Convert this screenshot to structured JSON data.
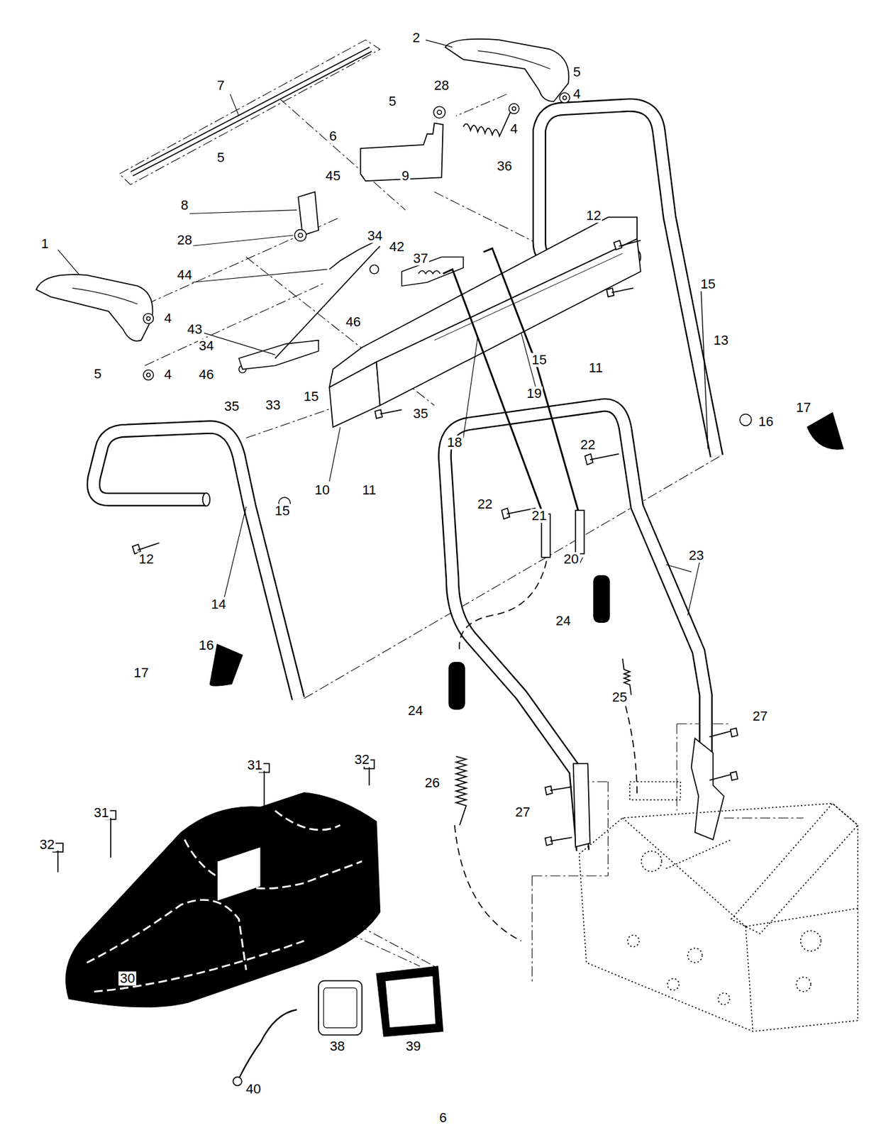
{
  "diagram": {
    "labels": [
      "2",
      "5",
      "7",
      "28",
      "5",
      "4",
      "6",
      "4",
      "5",
      "36",
      "45",
      "9",
      "8",
      "12",
      "15",
      "28",
      "34",
      "42",
      "1",
      "44",
      "37",
      "46",
      "15",
      "11",
      "13",
      "4",
      "43",
      "34",
      "5",
      "4",
      "46",
      "35",
      "33",
      "15",
      "19",
      "35",
      "18",
      "17",
      "16",
      "22",
      "10",
      "11",
      "15",
      "12",
      "22",
      "21",
      "20",
      "23",
      "14",
      "24",
      "16",
      "17",
      "25",
      "27",
      "24",
      "31",
      "32",
      "26",
      "31",
      "27",
      "32",
      "30",
      "38",
      "39",
      "40",
      "6"
    ]
  }
}
